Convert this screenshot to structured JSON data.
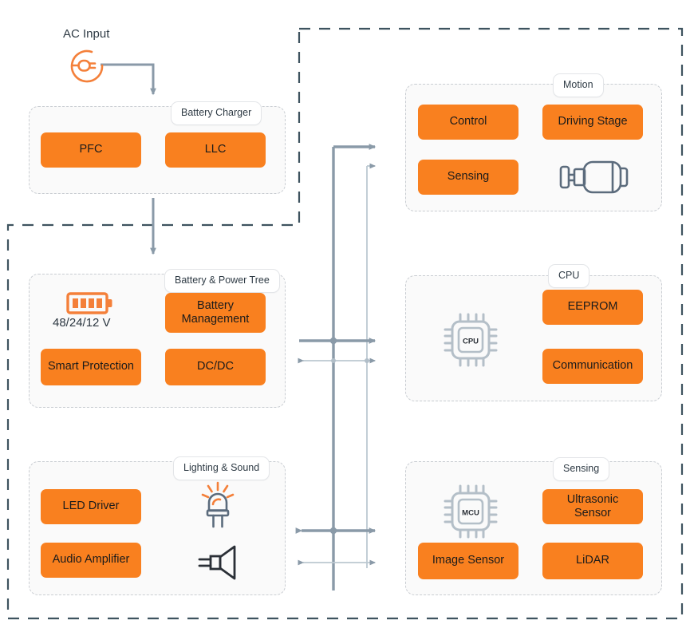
{
  "diagram": {
    "title": "AC Input",
    "colors": {
      "block_orange": "#f9801f",
      "connector_gray": "#8a9aa8",
      "frame_dash": "#3e535f",
      "group_dash": "#c9cdd2",
      "group_fill": "#fafafa",
      "icon_slate": "#5b6b7c",
      "icon_light_slate": "#b4bfc8",
      "icon_dark": "#2a2f36",
      "text_dark": "#2f3b45"
    },
    "source": {
      "label": "AC Input",
      "icon": "ac-plug-icon"
    },
    "groups": [
      {
        "id": "battery-charger",
        "label": "Battery Charger",
        "blocks": [
          {
            "label": "PFC"
          },
          {
            "label": "LLC"
          }
        ],
        "icons": []
      },
      {
        "id": "battery-power-tree",
        "label": "Battery & Power Tree",
        "blocks": [
          {
            "label": "Battery Management"
          },
          {
            "label": "Smart Protection"
          },
          {
            "label": "DC/DC"
          }
        ],
        "icons": [
          {
            "name": "battery-icon",
            "caption": "48/24/12 V"
          }
        ]
      },
      {
        "id": "lighting-sound",
        "label": "Lighting & Sound",
        "blocks": [
          {
            "label": "LED Driver"
          },
          {
            "label": "Audio Amplifier"
          }
        ],
        "icons": [
          {
            "name": "led-lamp-icon"
          },
          {
            "name": "speaker-icon"
          }
        ]
      },
      {
        "id": "motion",
        "label": "Motion",
        "blocks": [
          {
            "label": "Control"
          },
          {
            "label": "Driving Stage"
          },
          {
            "label": "Sensing"
          }
        ],
        "icons": [
          {
            "name": "motor-icon"
          }
        ]
      },
      {
        "id": "cpu",
        "label": "CPU",
        "blocks": [
          {
            "label": "EEPROM"
          },
          {
            "label": "Communication"
          }
        ],
        "icons": [
          {
            "name": "cpu-chip-icon",
            "caption": "CPU"
          }
        ]
      },
      {
        "id": "sensing",
        "label": "Sensing",
        "blocks": [
          {
            "label": "Ultrasonic Sensor"
          },
          {
            "label": "Image Sensor"
          },
          {
            "label": "LiDAR"
          }
        ],
        "icons": [
          {
            "name": "mcu-chip-icon",
            "caption": "MCU"
          }
        ]
      }
    ],
    "chip_captions": {
      "cpu": "CPU",
      "mcu": "MCU"
    },
    "battery_caption": "48/24/12 V"
  }
}
